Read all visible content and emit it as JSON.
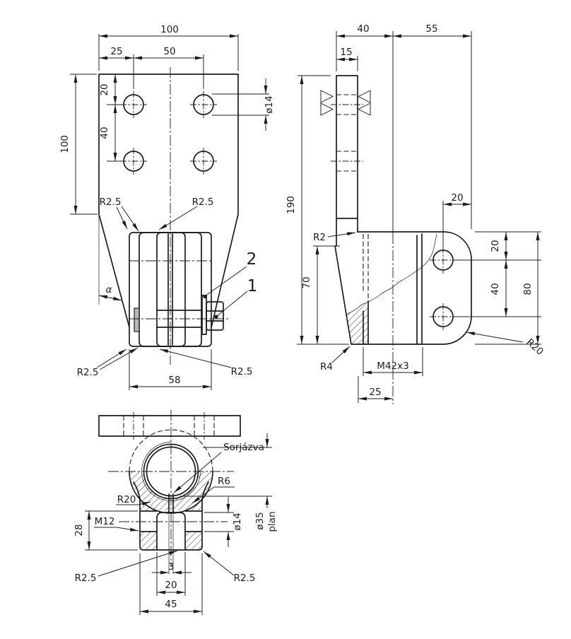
{
  "drawing": {
    "front": {
      "width": "100",
      "col1": "25",
      "col2": "50",
      "row1": "20",
      "row2": "40",
      "height": "100",
      "hole_dia": "ø14",
      "boss_width": "58",
      "fillet_tl": "R2.5",
      "fillet_tr": "R2.5",
      "fillet_bl": "R2.5",
      "fillet_br": "R2.5",
      "taper_angle": "α",
      "item1": "1",
      "item2": "2"
    },
    "side": {
      "depth_front": "40",
      "depth_rear": "55",
      "plate_thickness": "15",
      "total_height": "190",
      "taper_height": "70",
      "block_height": "80",
      "hole_edge_offset": "20",
      "hole_row1": "20",
      "hole_row2": "40",
      "fillet_top": "R2",
      "fillet_bottom": "R4",
      "thread": "M42x3",
      "axis_offset": "25",
      "corner_radius": "R20"
    },
    "section": {
      "deburr_note": "Sorjázva",
      "fillet_r6": "R6",
      "fillet_r20": "R20",
      "clamp_thread": "M12",
      "lug_height": "28",
      "clamp_hole_dia": "ø14",
      "bore_dia": "ø35",
      "bore_note": "plan",
      "slot_width": "3",
      "slot_opening": "20",
      "lug_width": "45",
      "fillet_left": "R2.5",
      "fillet_right": "R2.5"
    }
  }
}
